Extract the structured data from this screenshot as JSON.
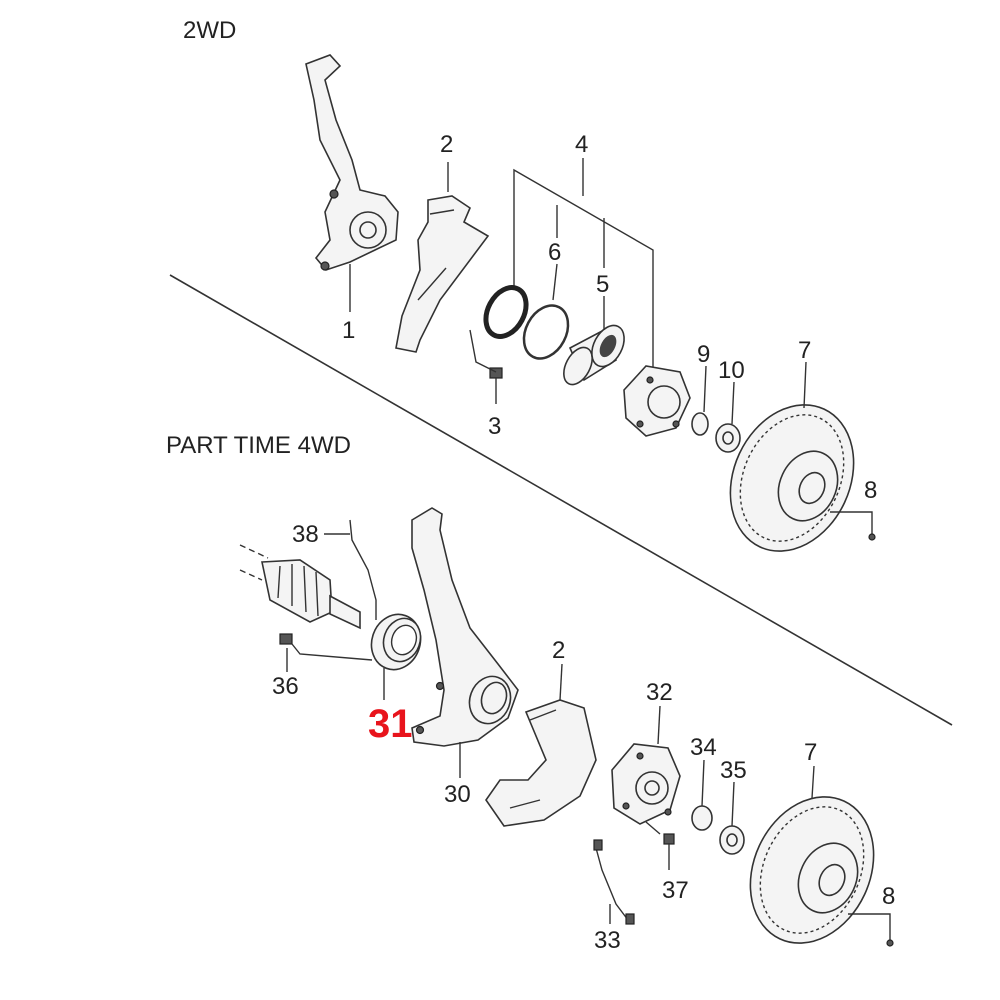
{
  "sections": {
    "top": "2WD",
    "bottom": "PART TIME 4WD"
  },
  "labels": {
    "p1": "1",
    "p2_top": "2",
    "p3": "3",
    "p4": "4",
    "p5": "5",
    "p6": "6",
    "p7_top": "7",
    "p8_top": "8",
    "p9": "9",
    "p10": "10",
    "p38": "38",
    "p36": "36",
    "p31": "31",
    "p30": "30",
    "p2_bottom": "2",
    "p32": "32",
    "p34": "34",
    "p35": "35",
    "p7_bottom": "7",
    "p8_bottom": "8",
    "p37": "37",
    "p33": "33"
  },
  "colors": {
    "highlight": "#e8141c",
    "ink": "#222222"
  }
}
